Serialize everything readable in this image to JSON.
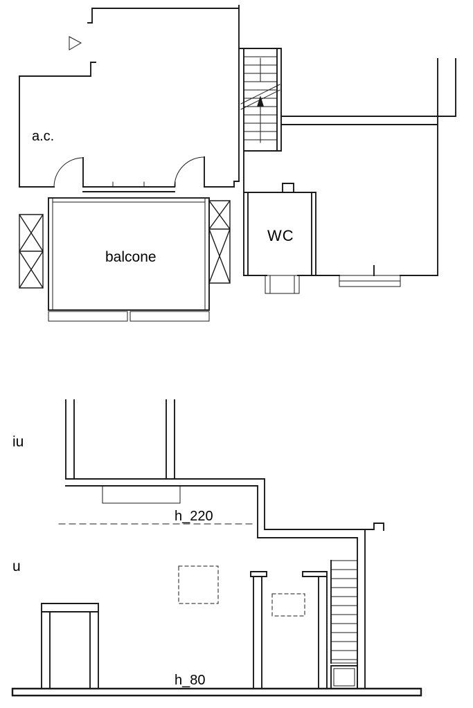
{
  "drawing": {
    "kind": "architectural floor plan, two plan fragments (CAD linework)",
    "upper_plan": {
      "room_labels": {
        "ac": "a.c.",
        "balcone": "balcone",
        "wc": "WC"
      }
    },
    "lower_plan": {
      "edge_labels": {
        "iu": "iu",
        "u": "u"
      },
      "height_annotations": {
        "h220": "h_220",
        "h80": "h_80"
      }
    },
    "colors": {
      "line": "#1a1a1a",
      "background": "#ffffff"
    }
  }
}
